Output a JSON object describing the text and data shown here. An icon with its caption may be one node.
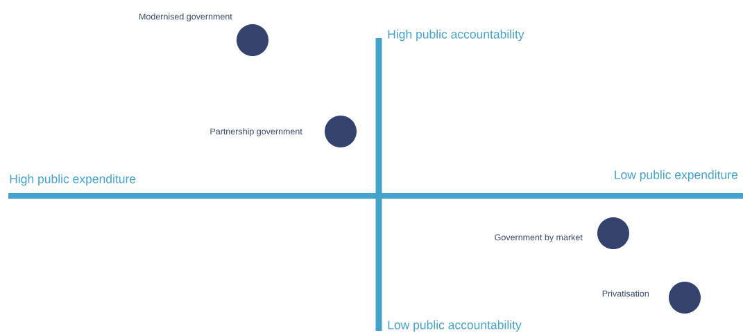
{
  "diagram": {
    "nodes": [
      {
        "text": [],
        "shape": "circle",
        "beside": [
          "Modernised government"
        ]
      },
      {
        "text": [],
        "shape": "circle",
        "beside": [
          "Partnership government"
        ]
      },
      {
        "text": [],
        "shape": "circle",
        "beside": [
          "Government by market"
        ]
      },
      {
        "text": [],
        "shape": "circle",
        "beside": [
          "Privatisation"
        ]
      }
    ],
    "labels": [
      "High public accountability",
      "High public expenditure",
      "Low public expenditure",
      "Low public accountability"
    ]
  }
}
